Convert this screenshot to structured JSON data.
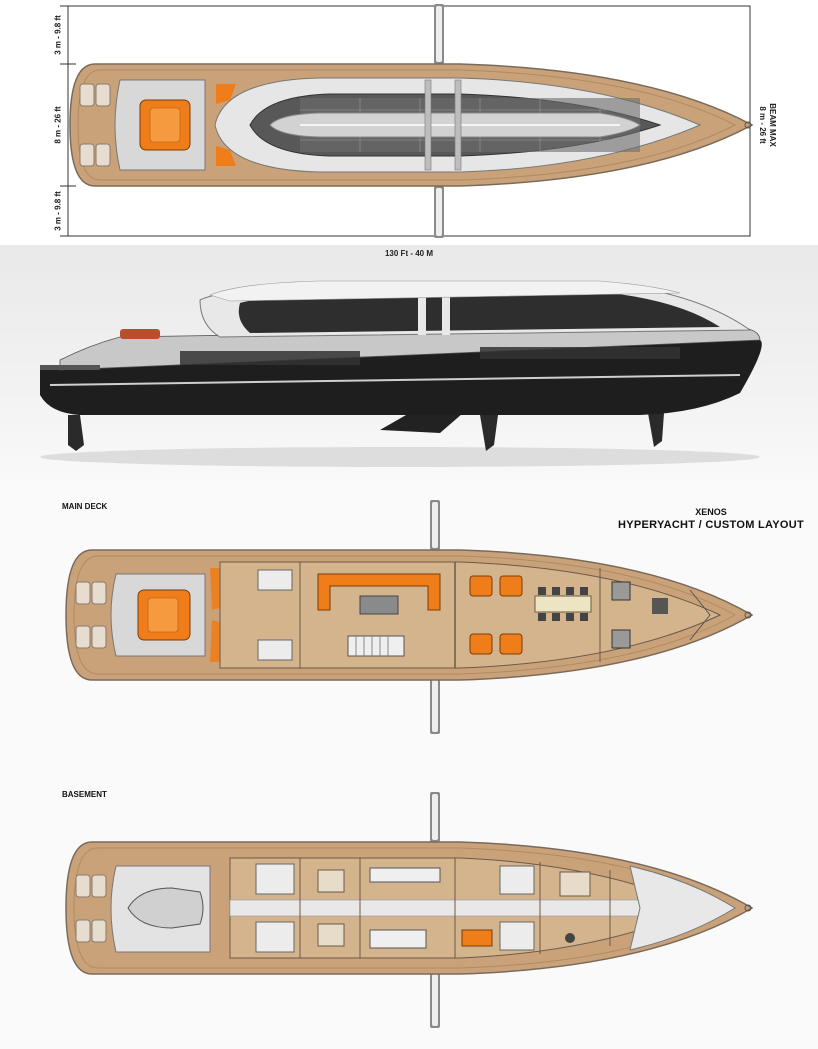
{
  "dimensions": {
    "upper_margin": "3 m - 9.8 ft",
    "hull_beam": "8 m - 26 ft",
    "lower_margin": "3 m - 9.8 ft",
    "beam_max_title": "BEAM MAX",
    "beam_max_value": "8 m - 26 ft",
    "overall_length": "130 Ft - 40 M"
  },
  "decks": {
    "main": "MAIN DECK",
    "basement": "BASEMENT"
  },
  "brand": {
    "name": "XENOS",
    "subtitle": "HYPERYACHT / CUSTOM LAYOUT"
  },
  "colors": {
    "teak": "#c9a27a",
    "teak_dark": "#a07a55",
    "hull_white": "#dcdcdc",
    "glass": "#3a3a3a",
    "accent_orange": "#ef7d1a",
    "hull_black": "#1e1e1e"
  }
}
